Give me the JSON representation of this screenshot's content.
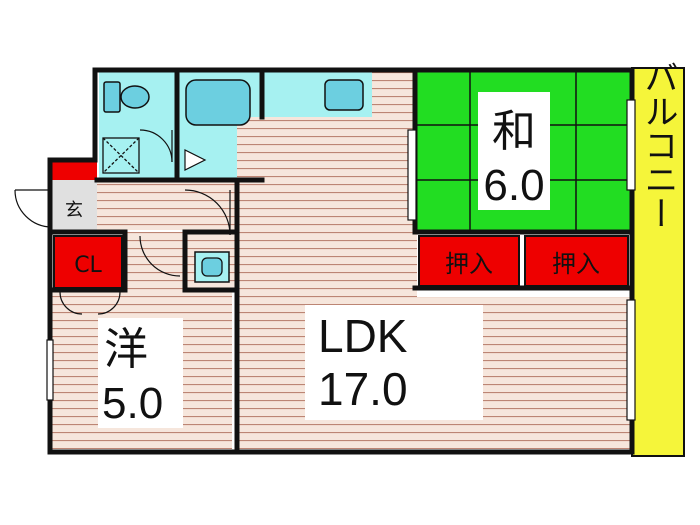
{
  "floorplan": {
    "rooms": {
      "washitsu": {
        "name": "和",
        "size": "6.0"
      },
      "ldk": {
        "name": "LDK",
        "size": "17.0"
      },
      "youshitsu": {
        "name": "洋",
        "size": "5.0"
      }
    },
    "closets": {
      "oshiire_left": "押入",
      "oshiire_right": "押入",
      "cl": "CL"
    },
    "genkan": "玄",
    "balcony": "バルコニー"
  },
  "colors": {
    "wall": "#111111",
    "floor_wood": "#f6e6dc",
    "floor_line": "#b57a68",
    "tatami": "#22dd22",
    "closet": "#ee0000",
    "wet_area": "#a6f1f1",
    "balcony": "#f5f53a",
    "entrance": "#e0e0e0"
  }
}
